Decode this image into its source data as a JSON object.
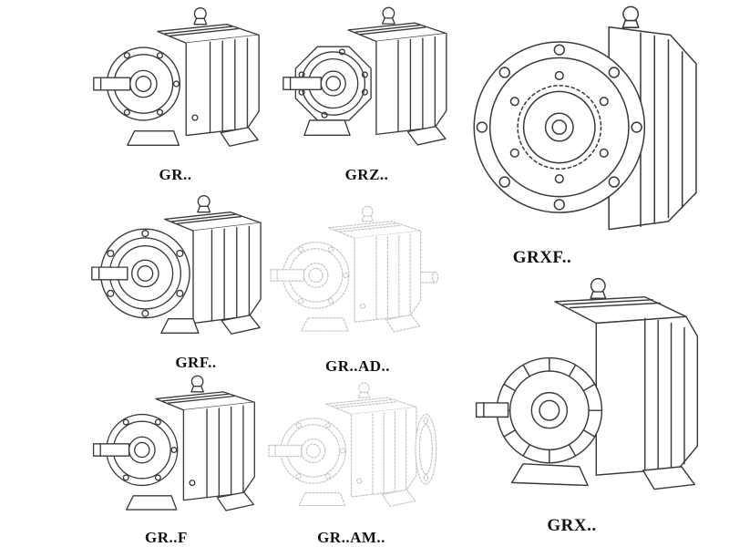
{
  "colors": {
    "line": "#3a3a3a",
    "ghost_line": "#c7c7c7",
    "label_text": "#111111",
    "background": "#ffffff"
  },
  "figures": [
    {
      "label": "GR..",
      "icon": "gear-reducer-foot-mounted-drawing"
    },
    {
      "label": "GRZ..",
      "icon": "gear-reducer-octagon-front-drawing"
    },
    {
      "label": "GRXF..",
      "icon": "gear-reducer-flange-mounted-drawing"
    },
    {
      "label": "GRF..",
      "icon": "gear-reducer-foot-flange-drawing"
    },
    {
      "label": "GR..AD..",
      "icon": "gear-reducer-input-adapter-ghost-drawing"
    },
    {
      "label": "GRX..",
      "icon": "gear-reducer-large-foot-mounted-drawing"
    },
    {
      "label": "GR..F",
      "icon": "gear-reducer-foot-mounted-drawing"
    },
    {
      "label": "GR..AM..",
      "icon": "gear-reducer-motor-flange-ghost-drawing"
    }
  ]
}
